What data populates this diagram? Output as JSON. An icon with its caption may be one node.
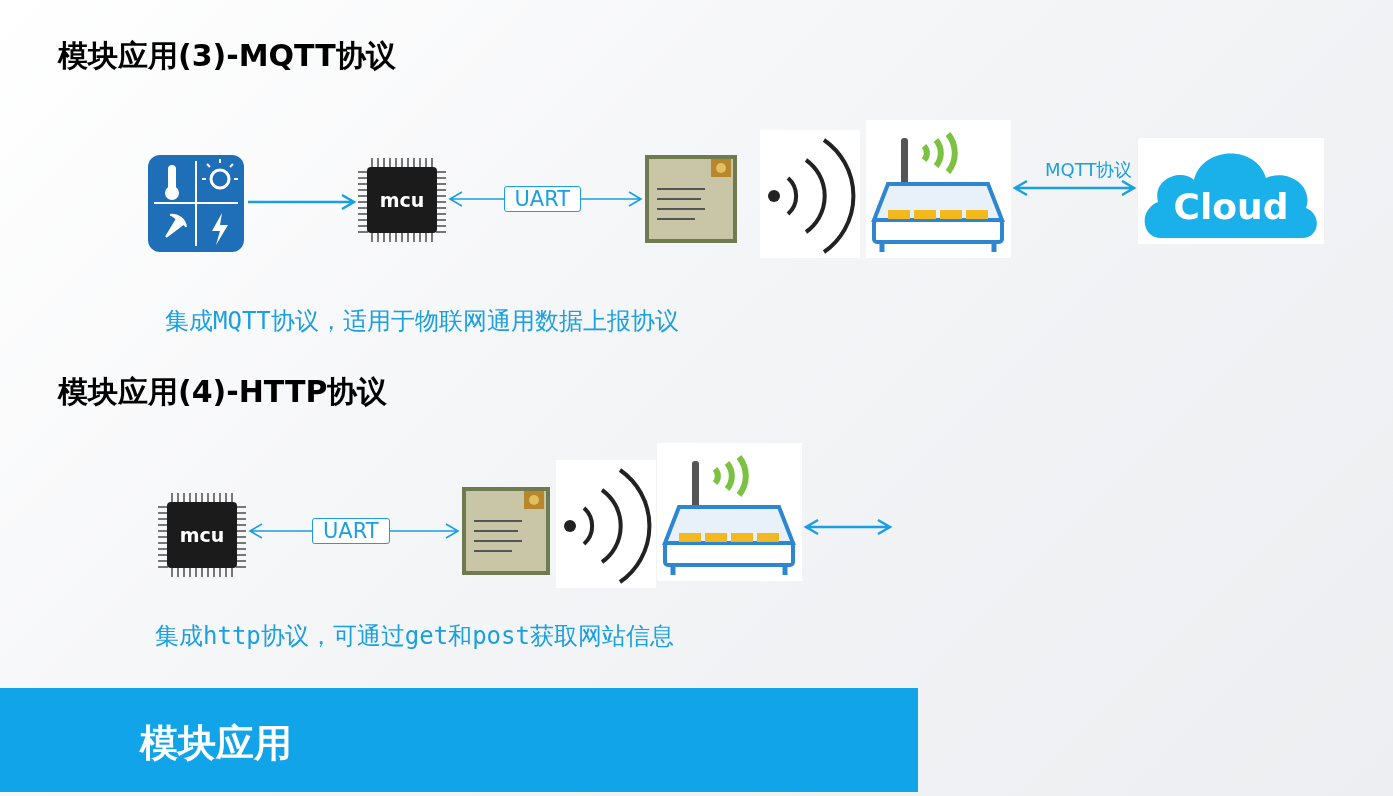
{
  "diagram": {
    "nodes": [
      {
        "text": [],
        "shape": "picture"
      },
      {
        "text": [
          "mcu"
        ]
      },
      {
        "text": [],
        "shape": "picture"
      },
      {
        "text": [],
        "shape": "picture"
      },
      {
        "text": [
          "Cloud"
        ]
      },
      {
        "text": [
          "mcu"
        ]
      },
      {
        "text": [],
        "shape": "picture"
      },
      {
        "text": [],
        "shape": "picture"
      }
    ],
    "edges": [
      {
        "from": 0,
        "to": 1,
        "arrow": "to"
      },
      {
        "from": 1,
        "to": 2,
        "arrow": "both",
        "label": "UART"
      },
      {
        "from": 3,
        "to": 4,
        "arrow": "both",
        "label": "MQTT协议"
      },
      {
        "from": 5,
        "to": 6,
        "arrow": "both",
        "label": "UART"
      },
      {
        "from": 7,
        "to": null,
        "arrow": "both"
      }
    ],
    "labels": [
      "模块应用(3)-MQTT协议",
      "集成MQTT协议，适用于物联网通用数据上报协议",
      "模块应用(4)-HTTP协议",
      "集成http协议，可通过get和post获取网站信息",
      "模块应用"
    ]
  }
}
